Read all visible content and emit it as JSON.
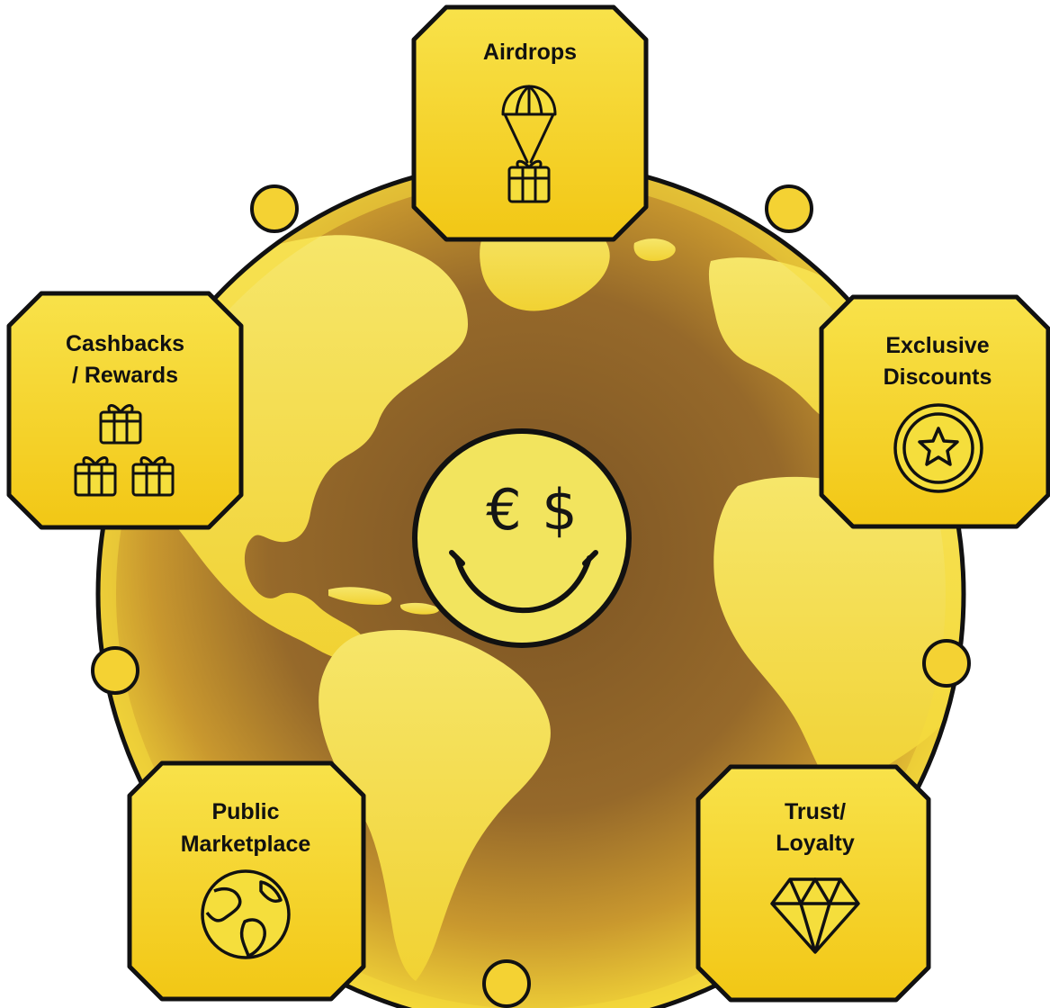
{
  "center": {
    "left_symbol": "€",
    "right_symbol": "$",
    "icon": "smiley-face-icon"
  },
  "nodes": [
    {
      "id": "airdrops",
      "lines": [
        "Airdrops"
      ],
      "icon": "parachute-gift-icon"
    },
    {
      "id": "exclusive-discounts",
      "lines": [
        "Exclusive",
        "Discounts"
      ],
      "icon": "star-coin-icon"
    },
    {
      "id": "trust-loyalty",
      "lines": [
        "Trust/",
        "Loyalty"
      ],
      "icon": "diamond-icon"
    },
    {
      "id": "public-marketplace",
      "lines": [
        "Public",
        "Marketplace"
      ],
      "icon": "globe-icon"
    },
    {
      "id": "cashbacks-rewards",
      "lines": [
        "Cashbacks",
        "/ Rewards"
      ],
      "icon": "gift-boxes-icon"
    }
  ],
  "colors": {
    "yellow": "#F7E33A",
    "yellow_dark": "#F2C714",
    "ocean": "#8E6428",
    "outline": "#111111"
  }
}
